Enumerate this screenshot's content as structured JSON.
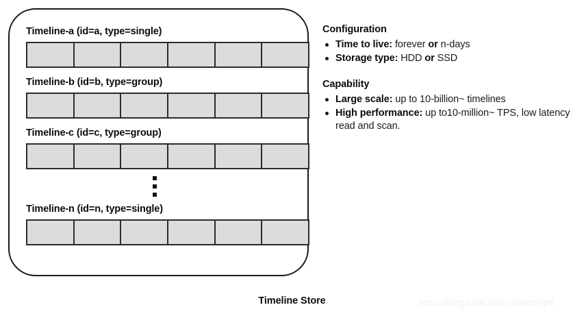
{
  "diagram": {
    "caption": "Timeline Store",
    "watermark": "https://blog.csdn.net/yunqiinsight",
    "colors": {
      "cell_fill": "#dcdcdc",
      "cell_border": "#2b2b2b",
      "container_border": "#1a1a1a",
      "text": "#0c0c0c",
      "watermark": "#f0f0f0"
    },
    "store": {
      "cells_per_row": 6,
      "timelines": [
        {
          "label": "Timeline-a (id=a, type=single)",
          "id": "a",
          "type": "single"
        },
        {
          "label": "Timeline-b (id=b, type=group)",
          "id": "b",
          "type": "group"
        },
        {
          "label": "Timeline-c (id=c, type=group)",
          "id": "c",
          "type": "group"
        },
        {
          "label": "Timeline-n (id=n, type=single)",
          "id": "n",
          "type": "single"
        }
      ],
      "ellipsis": "⋮"
    },
    "info": {
      "configuration": {
        "heading": "Configuration",
        "items": [
          {
            "term": "Time to live:",
            "rest_a": " forever ",
            "emph": "or",
            "rest_b": " n-days"
          },
          {
            "term": "Storage type:",
            "rest_a": " HDD ",
            "emph": "or",
            "rest_b": " SSD"
          }
        ]
      },
      "capability": {
        "heading": "Capability",
        "items": [
          {
            "term": "Large scale:",
            "rest_a": " up to 10-billion~ timelines",
            "emph": "",
            "rest_b": ""
          },
          {
            "term": "High performance:",
            "rest_a": " up to10-million~ TPS, low latency read and scan.",
            "emph": "",
            "rest_b": ""
          }
        ]
      }
    }
  }
}
